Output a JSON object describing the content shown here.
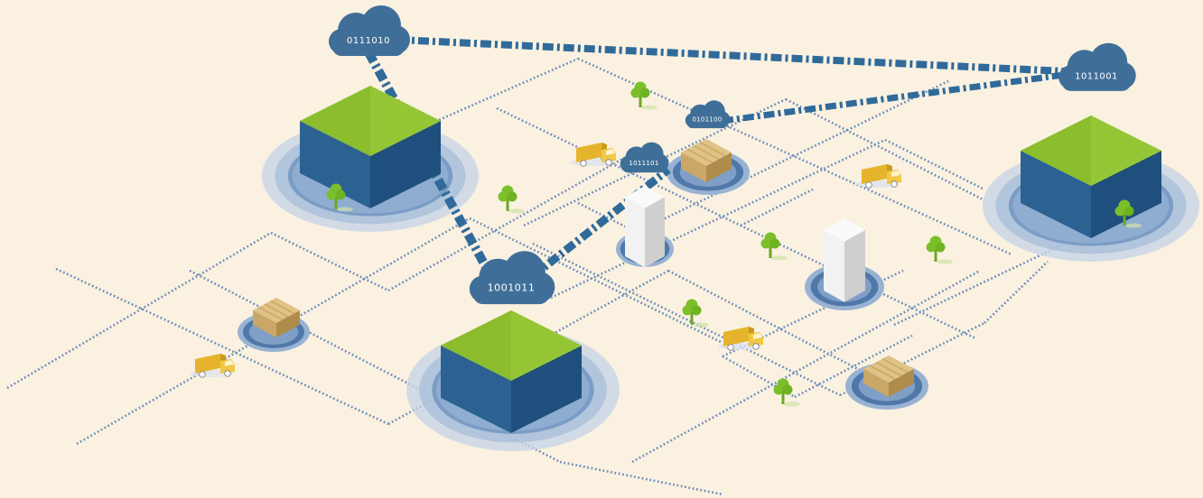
{
  "colors": {
    "background": "#faf1e1",
    "road": "#6f8eb8",
    "link": "#2f6a9a",
    "cloud": "#3f6f99",
    "block_top": "#8bbd2e",
    "block_side": "#1f4f7d",
    "block_front": "#2b6292",
    "halo_outer": "#c4d3e6",
    "halo_inner": "#7b9cc4",
    "tree": "#7bbf2a",
    "truck": "#e6b42c",
    "crate": "#e0c287",
    "tower": "#e6e6e6"
  },
  "clouds": [
    {
      "id": "cloud-1",
      "label": "0111010"
    },
    {
      "id": "cloud-2",
      "label": "1011001"
    },
    {
      "id": "cloud-3",
      "label": "0101100"
    },
    {
      "id": "cloud-4",
      "label": "1011101"
    },
    {
      "id": "cloud-5",
      "label": "1001011"
    }
  ],
  "icons": {
    "cloud": "cloud-icon",
    "data_center": "data-center-block-icon",
    "warehouse": "warehouse-crate-icon",
    "tower": "server-tower-icon",
    "truck": "delivery-truck-icon",
    "tree": "tree-icon"
  }
}
